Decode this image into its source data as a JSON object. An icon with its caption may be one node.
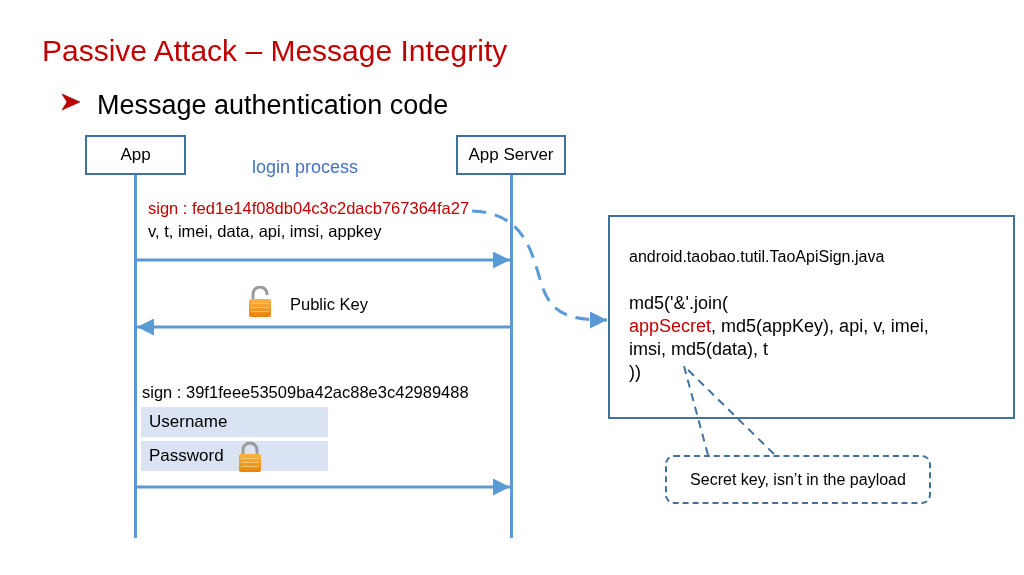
{
  "diagram": {
    "title": "Passive Attack – Message Integrity",
    "nodes": [
      {
        "text": [
          "App"
        ]
      },
      {
        "text": [
          "App Server"
        ]
      },
      {
        "text": [],
        "shape": "bar"
      },
      {
        "text": [],
        "shape": "bar"
      },
      {
        "text": [
          "sign : fed1e14f08db04c3c2dacb767364fa27",
          "v, t, imei, data, api, imsi, appkey"
        ]
      },
      {
        "text": [
          "Username"
        ]
      },
      {
        "text": [
          "Password"
        ]
      },
      {
        "text": [
          "android.taobao.tutil.TaoApiSign.java",
          "md5('&'.join(",
          "appSecret",
          ", md5(appKey), api, v, imei,",
          "imsi, md5(data), t",
          "))"
        ]
      },
      {
        "text": [
          "Secret key, isn’t in the payload"
        ]
      }
    ],
    "edges": [
      {
        "from": 2,
        "to": 3,
        "arrow": "to"
      },
      {
        "from": 3,
        "to": 2,
        "arrow": "to",
        "label": "Public Key"
      },
      {
        "from": 2,
        "to": 3,
        "arrow": "to"
      },
      {
        "from": 4,
        "to": 7,
        "arrow": "to",
        "style": "dashed"
      },
      {
        "from": 8,
        "to": null,
        "arrow": "none",
        "style": "dashed",
        "color": "#41719c"
      }
    ],
    "labels": [
      "Message authentication code",
      "login process",
      "sign : 39f1feee53509ba42ac88e3c42989488"
    ]
  }
}
